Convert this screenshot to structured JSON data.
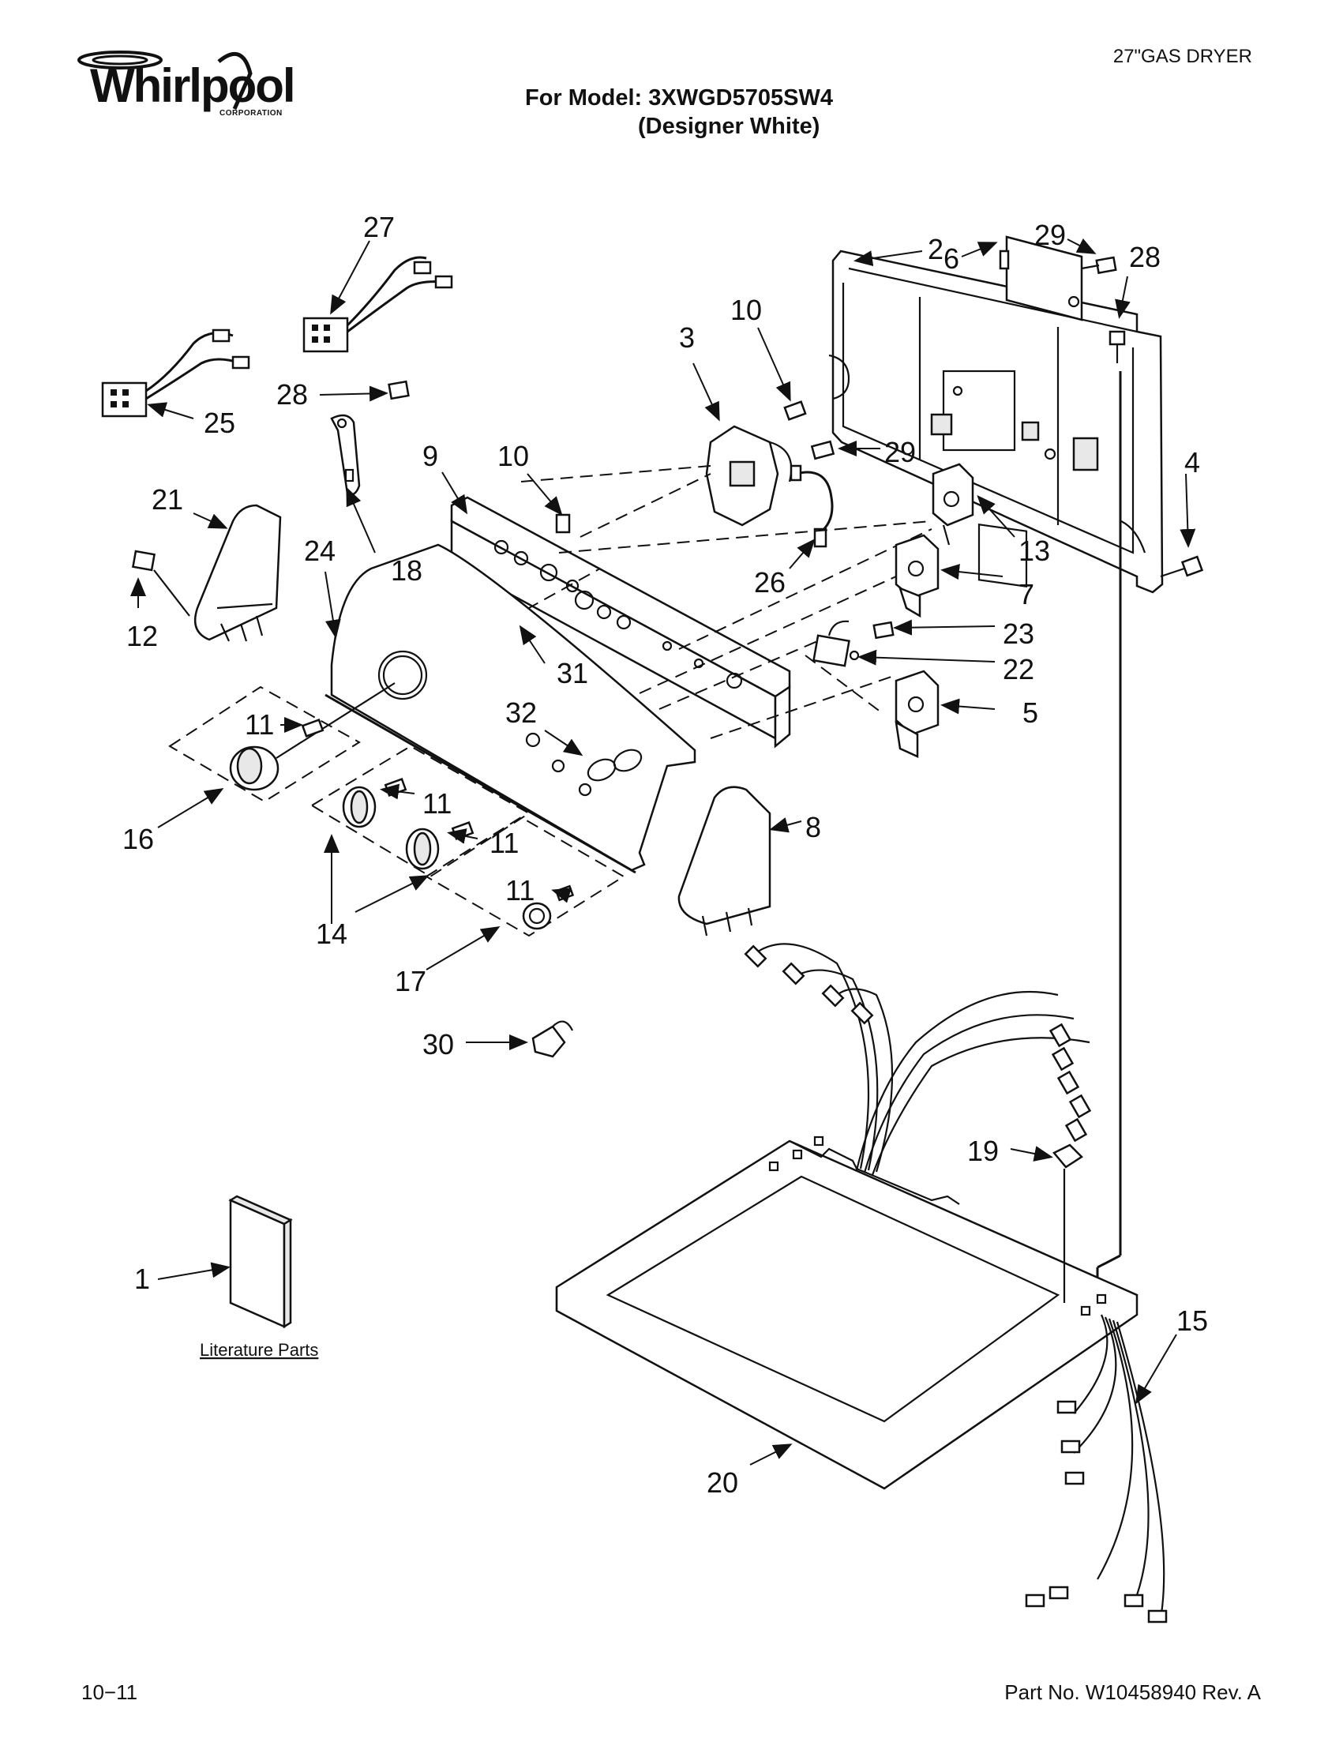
{
  "header": {
    "brand": "Whirlpool",
    "brand_sub": "CORPORATION",
    "product": "27\"GAS DRYER",
    "model_line": "For Model: 3XWGD5705SW4",
    "variant_line": "(Designer White)"
  },
  "footer": {
    "date": "10−11",
    "part_number": "Part No. W10458940 Rev. A"
  },
  "diagram": {
    "literature_label": "Literature Parts",
    "callouts": {
      "c1": "1",
      "c2": "2",
      "c3": "3",
      "c4": "4",
      "c5": "5",
      "c6": "6",
      "c7": "7",
      "c8": "8",
      "c9": "9",
      "c10a": "10",
      "c10b": "10",
      "c11a": "11",
      "c11b": "11",
      "c11c": "11",
      "c11d": "11",
      "c12": "12",
      "c13": "13",
      "c14": "14",
      "c15": "15",
      "c16": "16",
      "c17": "17",
      "c18": "18",
      "c19": "19",
      "c20": "20",
      "c21": "21",
      "c22": "22",
      "c23": "23",
      "c24": "24",
      "c25": "25",
      "c26": "26",
      "c27": "27",
      "c28a": "28",
      "c28b": "28",
      "c29a": "29",
      "c29b": "29",
      "c30": "30",
      "c31": "31",
      "c32": "32"
    }
  }
}
